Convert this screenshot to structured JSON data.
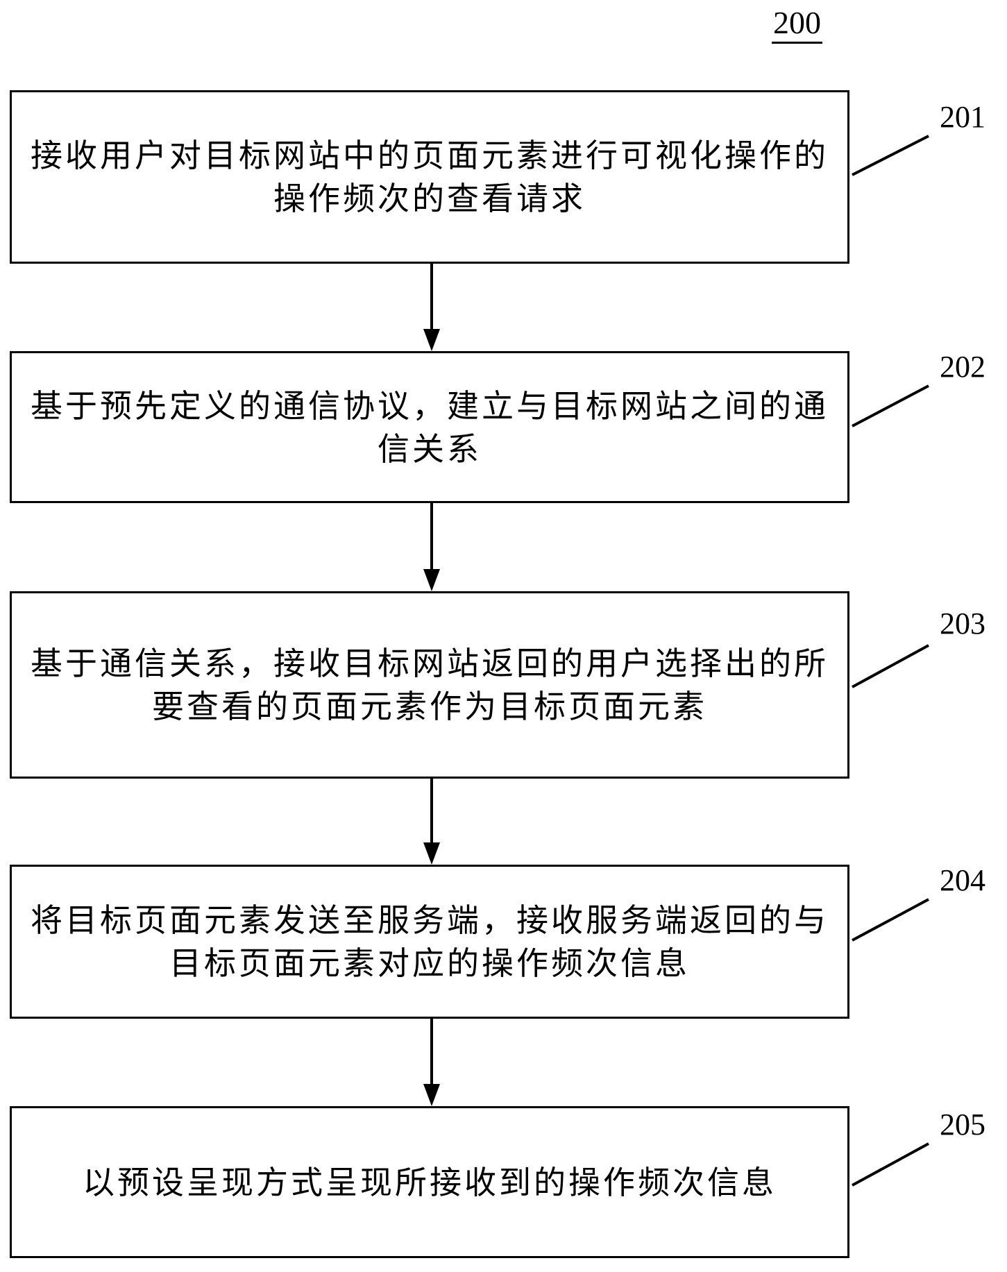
{
  "figure": {
    "number": "200"
  },
  "steps": [
    {
      "label": "201",
      "text": "接收用户对目标网站中的页面元素进行可视化操作的操作频次的查看请求"
    },
    {
      "label": "202",
      "text": "基于预先定义的通信协议，建立与目标网站之间的通信关系"
    },
    {
      "label": "203",
      "text": "基于通信关系，接收目标网站返回的用户选择出的所要查看的页面元素作为目标页面元素"
    },
    {
      "label": "204",
      "text": "将目标页面元素发送至服务端，接收服务端返回的与目标页面元素对应的操作频次信息"
    },
    {
      "label": "205",
      "text": "以预设呈现方式呈现所接收到的操作频次信息"
    }
  ]
}
